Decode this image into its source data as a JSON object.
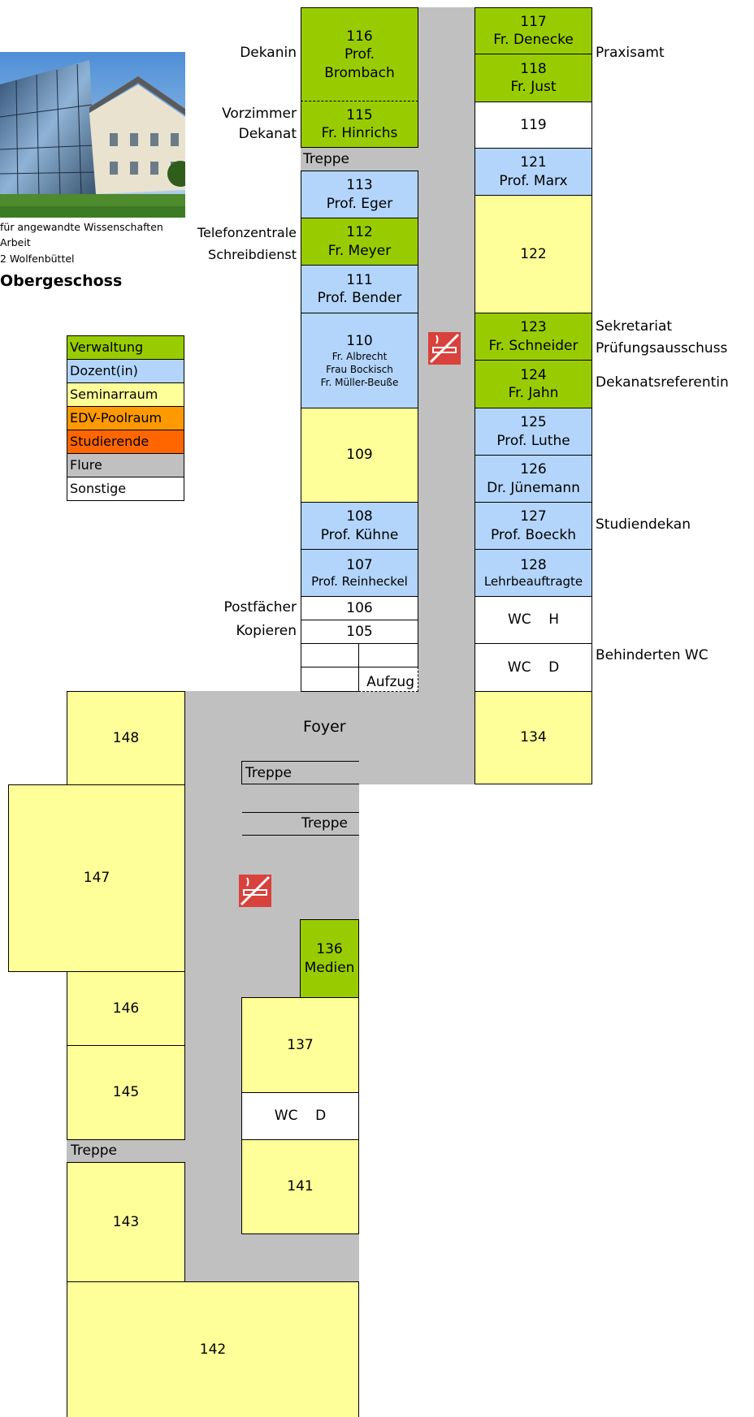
{
  "header": {
    "caption_lines": [
      "für angewandte Wissenschaften",
      "Arbeit",
      "2 Wolfenbüttel"
    ],
    "floor": "Obergeschoss"
  },
  "legend": [
    {
      "label": "Verwaltung",
      "color": "#99cc00"
    },
    {
      "label": "Dozent(in)",
      "color": "#b3d5fb"
    },
    {
      "label": "Seminarraum",
      "color": "#ffff99"
    },
    {
      "label": "EDV-Poolraum",
      "color": "#ff9900"
    },
    {
      "label": "Studierende",
      "color": "#ff6600"
    },
    {
      "label": "Flure",
      "color": "#c0c0c0"
    },
    {
      "label": "Sonstige",
      "color": "#ffffff"
    }
  ],
  "rooms": {
    "r116": {
      "num": "116",
      "l1": "Prof.",
      "l2": "Brombach"
    },
    "r115": {
      "num": "115",
      "l1": "Fr. Hinrichs"
    },
    "r113": {
      "num": "113",
      "l1": "Prof. Eger"
    },
    "r112": {
      "num": "112",
      "l1": "Fr. Meyer"
    },
    "r111": {
      "num": "111",
      "l1": "Prof. Bender"
    },
    "r110": {
      "num": "110",
      "l1": "Fr. Albrecht",
      "l2": "Frau Bockisch",
      "l3": "Fr. Müller-Beuße"
    },
    "r109": {
      "num": "109"
    },
    "r108": {
      "num": "108",
      "l1": "Prof. Kühne"
    },
    "r107": {
      "num": "107",
      "l1": "Prof. Reinheckel"
    },
    "r106": {
      "num": "106"
    },
    "r105": {
      "num": "105"
    },
    "aufzug": {
      "label": "Aufzug"
    },
    "r117": {
      "num": "117",
      "l1": "Fr. Denecke"
    },
    "r118": {
      "num": "118",
      "l1": "Fr. Just"
    },
    "r119": {
      "num": "119"
    },
    "r121": {
      "num": "121",
      "l1": "Prof. Marx"
    },
    "r122": {
      "num": "122"
    },
    "r123": {
      "num": "123",
      "l1": "Fr. Schneider"
    },
    "r124": {
      "num": "124",
      "l1": "Fr. Jahn"
    },
    "r125": {
      "num": "125",
      "l1": "Prof. Luthe"
    },
    "r126": {
      "num": "126",
      "l1": "Dr. Jünemann"
    },
    "r127": {
      "num": "127",
      "l1": "Prof. Boeckh"
    },
    "r128": {
      "num": "128",
      "l1": "Lehrbeauftragte"
    },
    "wc_h": {
      "label": "WC    H"
    },
    "wc_d1": {
      "label": "WC    D"
    },
    "r134": {
      "num": "134"
    },
    "r148": {
      "num": "148"
    },
    "r147": {
      "num": "147"
    },
    "r146": {
      "num": "146"
    },
    "r145": {
      "num": "145"
    },
    "r143": {
      "num": "143"
    },
    "r142": {
      "num": "142"
    },
    "r136": {
      "num": "136",
      "l1": "Medien"
    },
    "r137": {
      "num": "137"
    },
    "wc_d2": {
      "label": "WC    D"
    },
    "r141": {
      "num": "141"
    }
  },
  "labels": {
    "dekanin": "Dekanin",
    "vorzimmer": "Vorzimmer",
    "dekanat": "Dekanat",
    "telefonzentrale": "Telefonzentrale",
    "schreibdienst": "Schreibdienst",
    "postfaecher": "Postfächer",
    "kopieren": "Kopieren",
    "praxisamt": "Praxisamt",
    "sekretariat": "Sekretariat",
    "pruefungsausschuss": "Prüfungsausschuss",
    "dekanatsreferentin": "Dekanatsreferentin",
    "studiendekan": "Studiendekan",
    "behinderten_wc": "Behinderten WC",
    "foyer": "Foyer",
    "treppe1": "Treppe",
    "treppe2": "Treppe",
    "treppe3": "Treppe",
    "treppe4": "Treppe"
  },
  "icons": {
    "no_smoking": "no-smoking-icon"
  }
}
